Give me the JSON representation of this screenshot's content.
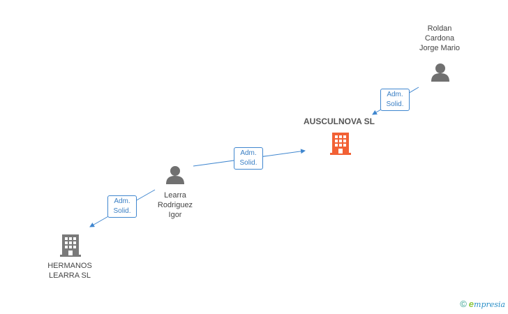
{
  "nodes": {
    "roldan": {
      "label": "Roldan\nCardona\nJorge Mario",
      "kind": "person"
    },
    "ausculnova": {
      "label": "AUSCULNOVA SL",
      "kind": "company-main"
    },
    "learra": {
      "label": "Learra\nRodriguez\nIgor",
      "kind": "person"
    },
    "hermanos": {
      "label": "HERMANOS\nLEARRA  SL",
      "kind": "company"
    }
  },
  "edges": [
    {
      "from": "roldan",
      "to": "ausculnova",
      "line1": "Adm.",
      "line2": "Solid."
    },
    {
      "from": "learra",
      "to": "ausculnova",
      "line1": "Adm.",
      "line2": "Solid."
    },
    {
      "from": "learra",
      "to": "hermanos",
      "line1": "Adm.",
      "line2": "Solid."
    }
  ],
  "colors": {
    "edge": "#3f86cf",
    "person_icon": "#707070",
    "company_icon": "#7a7a7a",
    "main_company_icon": "#f26135"
  },
  "brand": {
    "copyright": "©",
    "e": "e",
    "rest": "mpresia"
  }
}
